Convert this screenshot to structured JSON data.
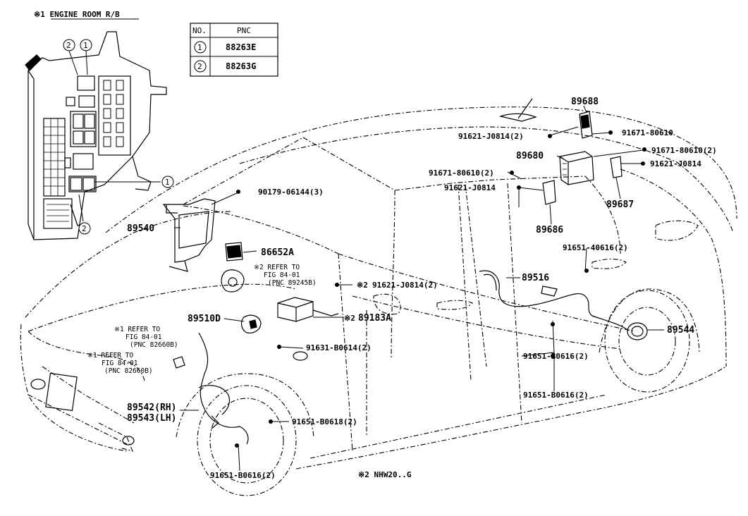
{
  "header": {
    "note": "※1 ENGINE ROOM R/B"
  },
  "table": {
    "col_no": "NO.",
    "col_pnc": "PNC",
    "rows": [
      {
        "no": "1",
        "pnc": "88263E"
      },
      {
        "no": "2",
        "pnc": "88263G"
      }
    ]
  },
  "callout_numbers": {
    "one": "1",
    "two": "2"
  },
  "parts": {
    "p89688": "89688",
    "p91621_j0814_2a": "91621-J0814(2)",
    "p91671_80610": "91671-80610",
    "p91671_80610_2a": "91671-80610(2)",
    "p91671_80610_2b": "91671-80610(2)",
    "p89680": "89680",
    "p91621_j0814_a": "91621-J0814",
    "p91621_j0814_b": "91621-J0814",
    "p89687": "89687",
    "p89686": "89686",
    "p90179": "90179-06144(3)",
    "p89540": "89540",
    "p86652a": "86652A",
    "p91651_40616": "91651-40616(2)",
    "p89516": "89516",
    "p91621_j0814_2b": "91621-J0814(2)",
    "p89183a": "89183A",
    "p89510d": "89510D",
    "p91631": "91631-B0614(2)",
    "p89544": "89544",
    "p91651_b0616_a": "91651-B0616(2)",
    "p91651_b0616_b": "91651-B0616(2)",
    "p89542": "89542(RH)",
    "p89543": "89543(LH)",
    "p91651_b0618": "91651-B0618(2)",
    "p91651_b0616_c": "91651-B0616(2)"
  },
  "refs": {
    "r1_l1": "※2 REFER TO",
    "r1_l2": "FIG 84-01",
    "r1_l3": "(PNC 89245B)",
    "r2_l1": "※1 REFER TO",
    "r2_l2": "FIG 84-01",
    "r2_l3": "(PNC 82660B)",
    "r3_l1": "※1 REFER TO",
    "r3_l2": "FIG 84-01",
    "r3_l3": "(PNC 82660B)",
    "mark2a": "※2",
    "mark2b": "※2"
  },
  "footer": {
    "note": "※2 NHW20..G"
  }
}
